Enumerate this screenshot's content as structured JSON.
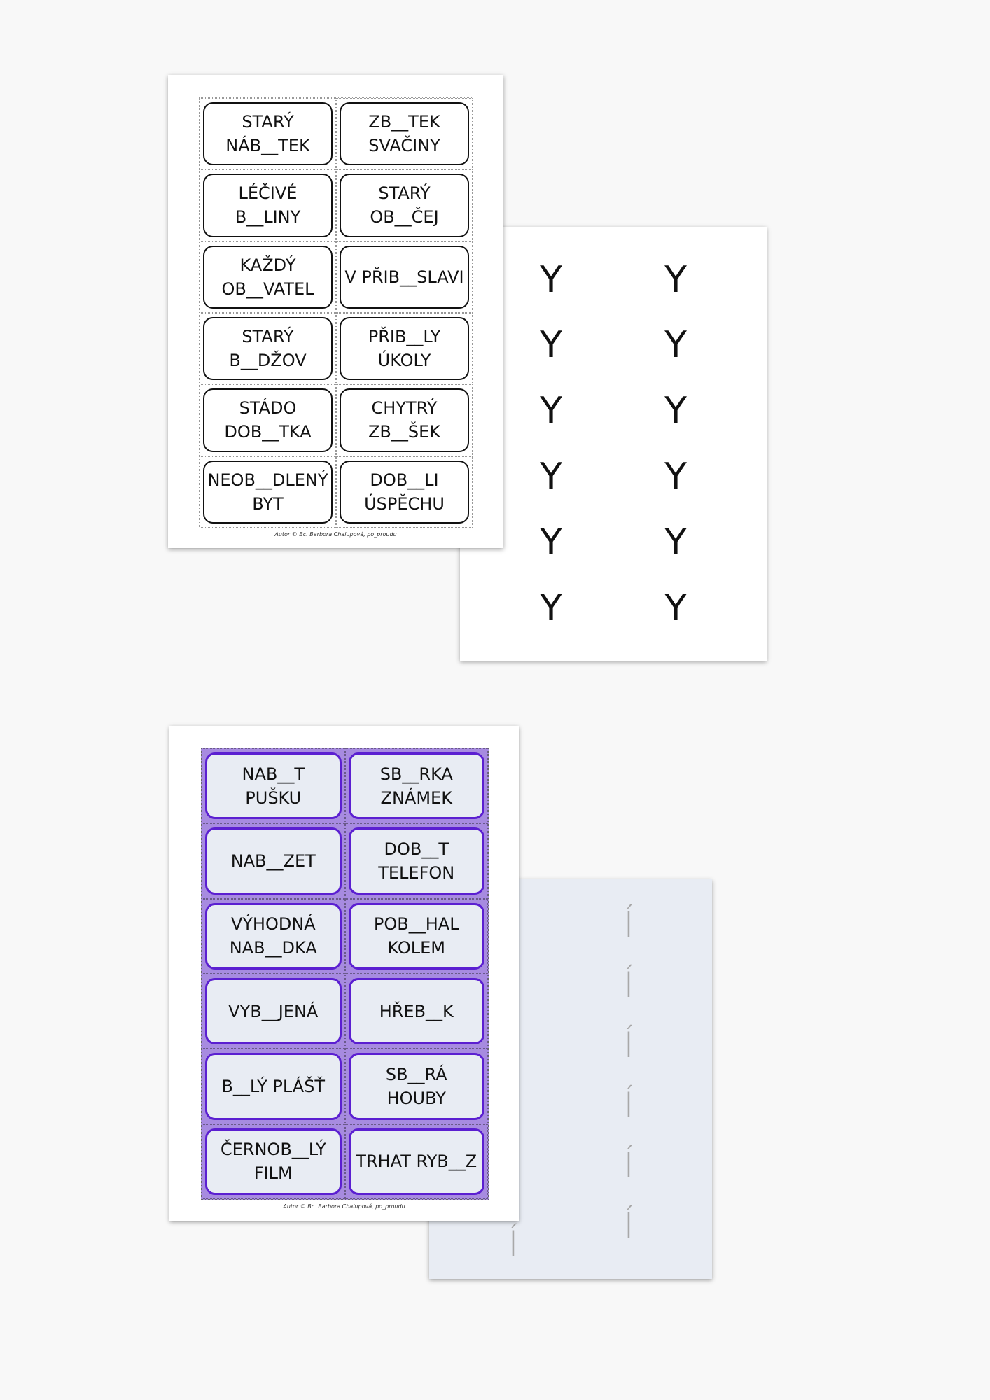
{
  "sheet1": {
    "cards": [
      "STARÝ\nNÁB__TEK",
      "ZB__TEK\nSVAČINY",
      "LÉČIVÉ\nB__LINY",
      "STARÝ\nOB__ČEJ",
      "KAŽDÝ\nOB__VATEL",
      "V PŘIB__SLAVI",
      "STARÝ\nB__DŽOV",
      "PŘIB__LY\nÚKOLY",
      "STÁDO\nDOB__TKA",
      "CHYTRÝ\nZB__ŠEK",
      "NEOB__DLENÝ\nBYT",
      "DOB__LI\nÚSPĚCHU"
    ],
    "footer": "Autor © Bc. Barbora Chalupová, po_proudu"
  },
  "sheet2": {
    "letter": "Y",
    "count": 12
  },
  "sheet3": {
    "cards": [
      "NAB__T\nPUŠKU",
      "SB__RKA\nZNÁMEK",
      "NAB__ZET",
      "DOB__T\nTELEFON",
      "VÝHODNÁ\nNAB__DKA",
      "POB__HAL\nKOLEM",
      "VYB__JENÁ",
      "HŘEB__K",
      "B__LÝ PLÁŠŤ",
      "SB__RÁ\nHOUBY",
      "ČERNOB__LÝ\nFILM",
      "TRHAT RYB__Z"
    ],
    "footer": "Autor © Bc. Barbora Chalupová, po_proudu",
    "accent": "#5b1fd1",
    "background": "#a78be0"
  },
  "sheet4": {
    "letter": "Í",
    "count": 12
  }
}
